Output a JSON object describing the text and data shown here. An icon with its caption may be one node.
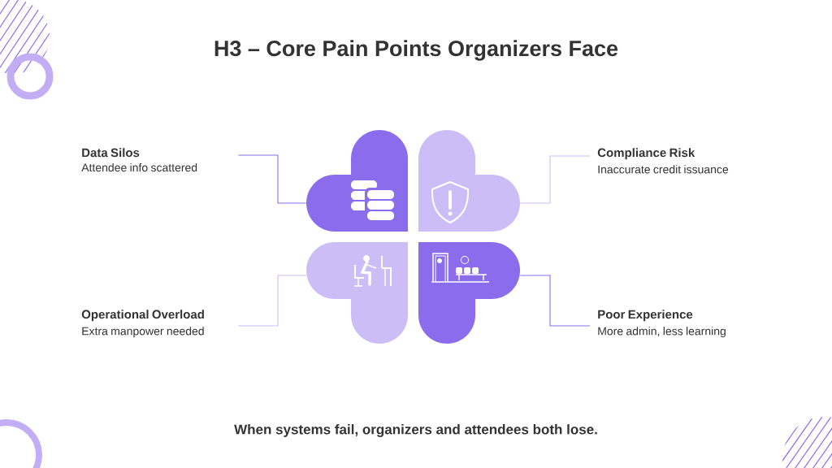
{
  "diagram": {
    "title": "H3 – Core Pain Points Organizers Face",
    "caption": "When systems fail, organizers and attendees both lose.",
    "nodes": [
      {
        "text": [
          "Data Silos",
          "Attendee info scattered"
        ]
      },
      {
        "text": [],
        "shape": "picture"
      },
      {
        "text": [],
        "shape": "picture"
      },
      {
        "text": [
          "Compliance Risk",
          "Inaccurate credit issuance"
        ]
      },
      {
        "text": [
          "Operational Overload",
          "Extra manpower needed"
        ]
      },
      {
        "text": [],
        "shape": "picture"
      },
      {
        "text": [],
        "shape": "picture"
      },
      {
        "text": [
          "Poor Experience",
          "More admin, less learning"
        ]
      }
    ],
    "edges": [
      {
        "from": 0,
        "to": 1,
        "arrow": "none"
      },
      {
        "from": 3,
        "to": 2,
        "arrow": "none",
        "color": "#cdbdf6"
      },
      {
        "from": 4,
        "to": 5,
        "arrow": "none",
        "color": "#cdbdf6"
      },
      {
        "from": 7,
        "to": 6,
        "arrow": "none"
      }
    ]
  }
}
